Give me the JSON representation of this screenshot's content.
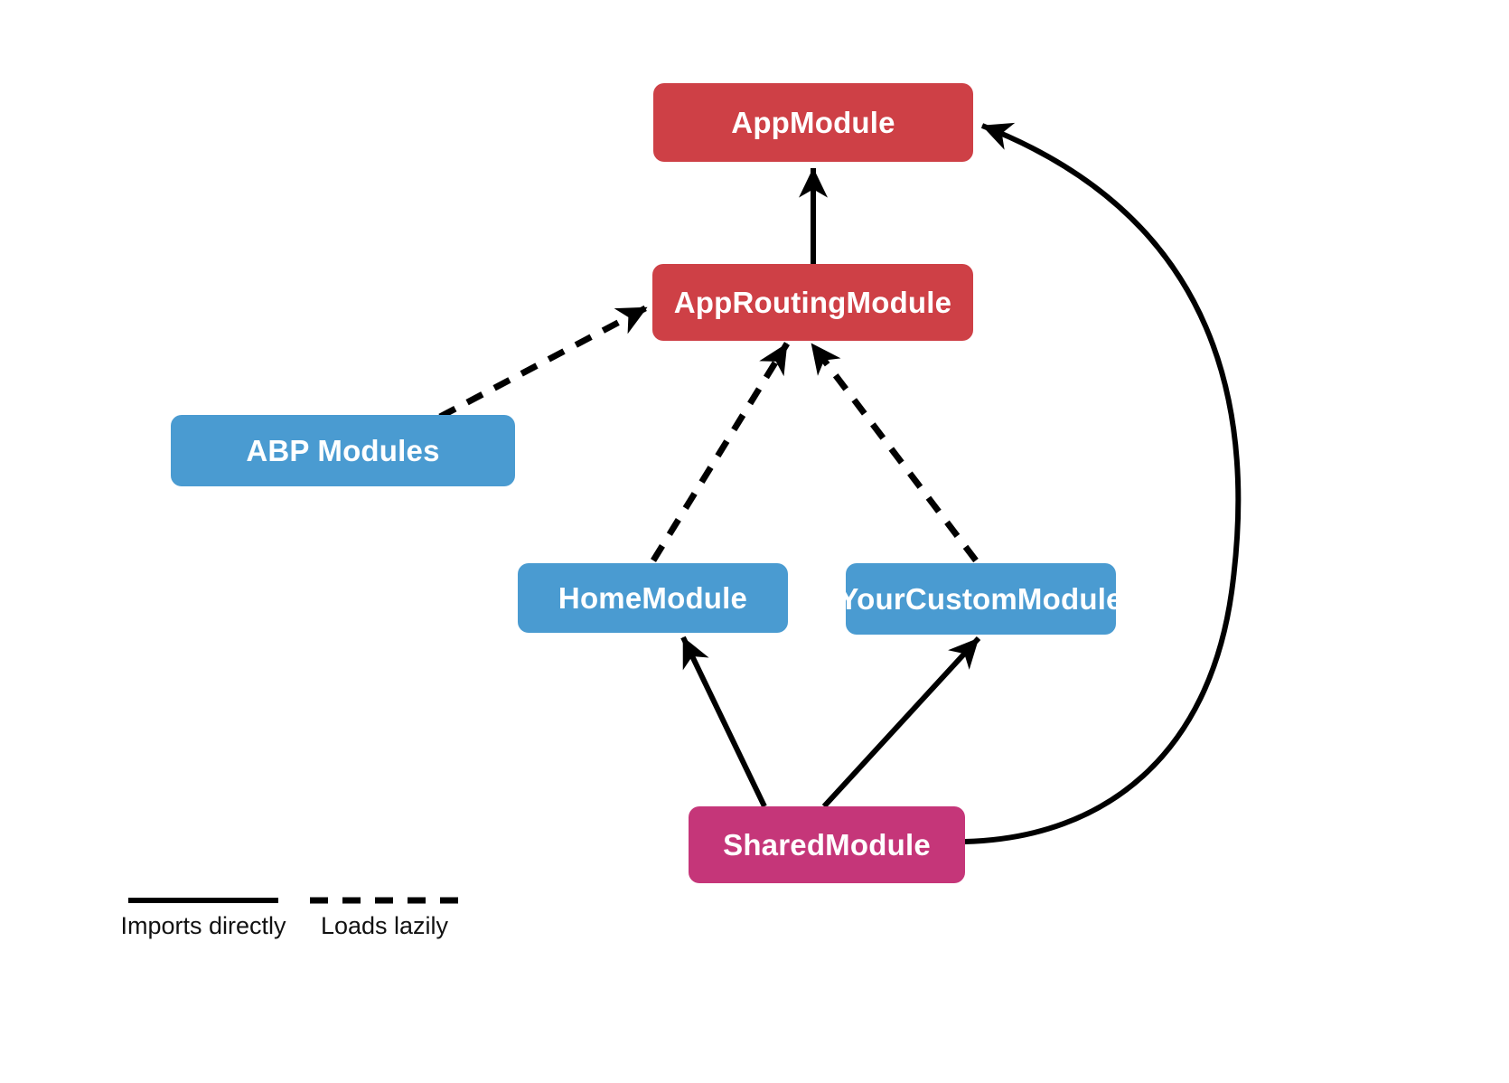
{
  "diagram": {
    "nodes": [
      {
        "id": "app-module",
        "label": "AppModule",
        "color": "#ce4046",
        "text_color": "#ffffff"
      },
      {
        "id": "app-routing-module",
        "label": "AppRoutingModule",
        "color": "#ce4046",
        "text_color": "#ffffff"
      },
      {
        "id": "abp-modules",
        "label": "ABP Modules",
        "color": "#4a9bd1",
        "text_color": "#ffffff"
      },
      {
        "id": "home-module",
        "label": "HomeModule",
        "color": "#4a9bd1",
        "text_color": "#ffffff"
      },
      {
        "id": "your-custom-module",
        "label": "YourCustomModule",
        "color": "#4a9bd1",
        "text_color": "#ffffff"
      },
      {
        "id": "shared-module",
        "label": "SharedModule",
        "color": "#c53679",
        "text_color": "#ffffff"
      }
    ],
    "edges": [
      {
        "from": "AppRoutingModule",
        "to": "AppModule",
        "style": "solid",
        "relation": "Imports directly"
      },
      {
        "from": "ABP Modules",
        "to": "AppRoutingModule",
        "style": "dashed",
        "relation": "Loads lazily"
      },
      {
        "from": "HomeModule",
        "to": "AppRoutingModule",
        "style": "dashed",
        "relation": "Loads lazily"
      },
      {
        "from": "YourCustomModule",
        "to": "AppRoutingModule",
        "style": "dashed",
        "relation": "Loads lazily"
      },
      {
        "from": "SharedModule",
        "to": "HomeModule",
        "style": "solid",
        "relation": "Imports directly"
      },
      {
        "from": "SharedModule",
        "to": "YourCustomModule",
        "style": "solid",
        "relation": "Imports directly"
      },
      {
        "from": "SharedModule",
        "to": "AppModule",
        "style": "solid",
        "relation": "Imports directly"
      }
    ],
    "legend": {
      "solid_label": "Imports directly",
      "dashed_label": "Loads lazily"
    },
    "colors": {
      "edge_line": "#000000",
      "background": "#ffffff",
      "legend_text": "#111111"
    }
  }
}
